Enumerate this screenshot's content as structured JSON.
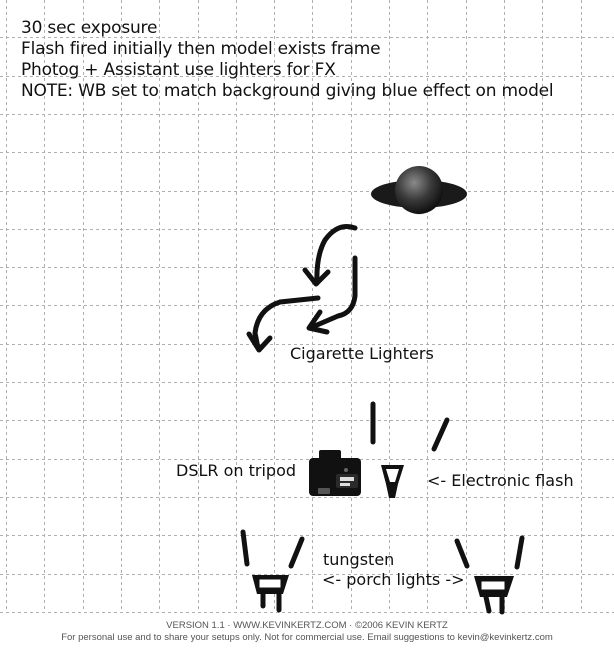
{
  "notes": [
    "30 sec exposure",
    "Flash fired initially then model exists frame",
    "Photog + Assistant use lighters for FX",
    "NOTE: WB set to match background giving blue effect on model"
  ],
  "labels": {
    "lighters": "Cigarette Lighters",
    "camera": "DSLR on tripod",
    "flash": "<- Electronic flash",
    "tungsten": "tungsten",
    "porch_lights": "<- porch lights ->"
  },
  "footer": {
    "version_line": "VERSION 1.1   ·   WWW.KEVINKERTZ.COM   ·   ©2006 KEVIN KERTZ",
    "usage_line": "For personal use and to share your setups only. Not for commercial use.  Email suggestions to kevin@kevinkertz.com"
  },
  "colors": {
    "grid": "#b0b0b0",
    "ink": "#111111"
  },
  "icons": [
    "model-head-icon",
    "lighter-path-arrows",
    "camera-icon",
    "flash-icon",
    "porch-light-icon"
  ]
}
